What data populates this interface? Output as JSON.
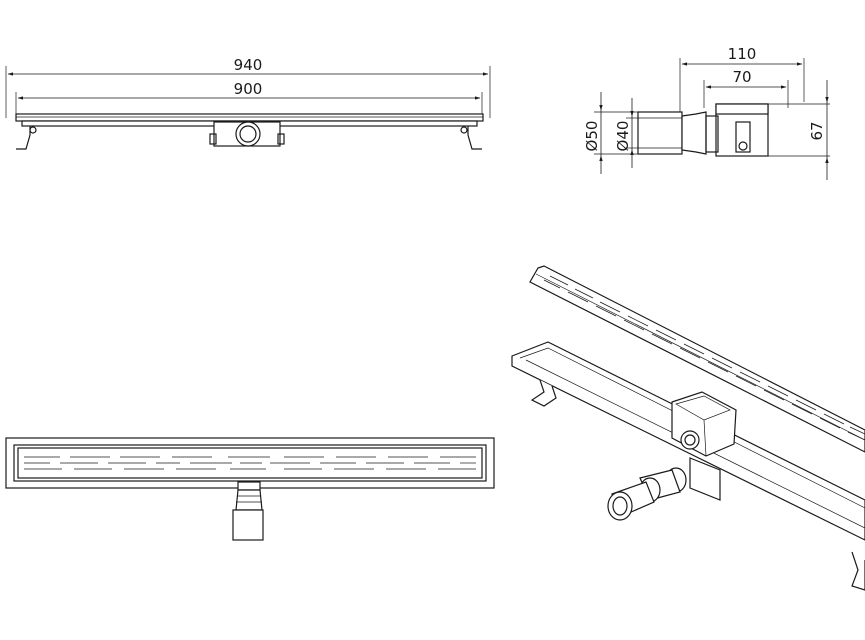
{
  "dimensions": {
    "total_length": "940",
    "channel_length": "900",
    "outlet_width": "110",
    "box_width": "70",
    "height": "67",
    "pipe_outer_diameter": "Ø50",
    "pipe_inner_diameter": "Ø40"
  },
  "colors": {
    "line": "#1a1a1a",
    "background": "#ffffff"
  }
}
